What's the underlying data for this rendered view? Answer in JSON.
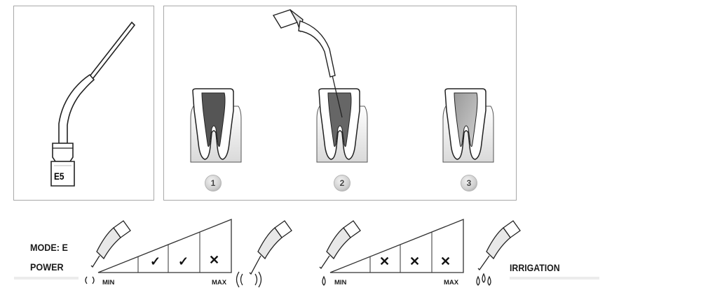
{
  "tip": {
    "code": "E5"
  },
  "steps": [
    {
      "number": "1"
    },
    {
      "number": "2"
    },
    {
      "number": "3"
    }
  ],
  "mode": {
    "label": "MODE: E",
    "power_label": "POWER",
    "irrigation_label": "IRRIGATION"
  },
  "power_scale": {
    "min": "MIN",
    "max": "MAX",
    "marks": [
      "",
      "✓",
      "✓",
      "✕"
    ]
  },
  "irrigation_scale": {
    "min": "MIN",
    "max": "MAX",
    "marks": [
      "",
      "✕",
      "✕",
      "✕"
    ]
  }
}
